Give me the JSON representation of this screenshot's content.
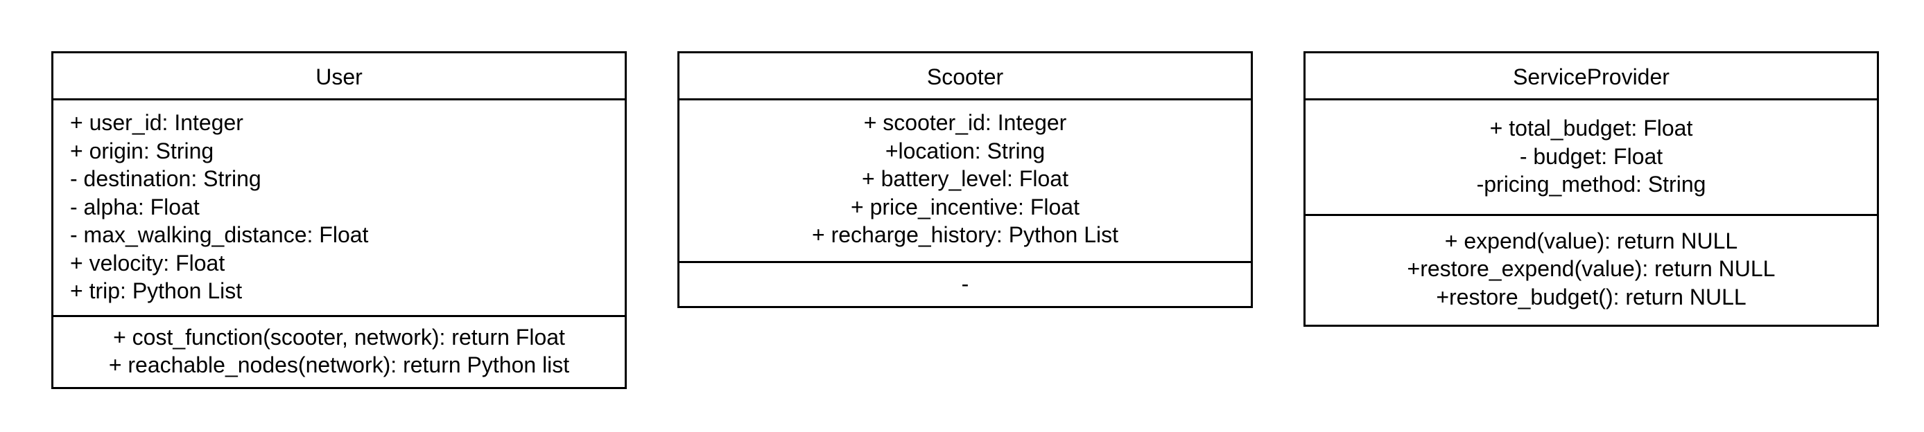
{
  "classes": [
    {
      "name": "User",
      "attributes": [
        "+ user_id: Integer",
        "+ origin: String",
        "- destination: String",
        "- alpha: Float",
        "- max_walking_distance: Float",
        "+ velocity: Float",
        "+ trip: Python List"
      ],
      "methods": [
        "+ cost_function(scooter, network): return Float",
        "+ reachable_nodes(network): return Python list"
      ]
    },
    {
      "name": "Scooter",
      "attributes": [
        "+ scooter_id: Integer",
        "+location: String",
        "+ battery_level: Float",
        "+ price_incentive: Float",
        "+ recharge_history: Python List"
      ],
      "methods": [
        "-"
      ]
    },
    {
      "name": "ServiceProvider",
      "attributes": [
        "+ total_budget: Float",
        "- budget: Float",
        "-pricing_method: String"
      ],
      "methods": [
        "+ expend(value): return NULL",
        "+restore_expend(value): return NULL",
        "+restore_budget(): return NULL"
      ]
    }
  ]
}
